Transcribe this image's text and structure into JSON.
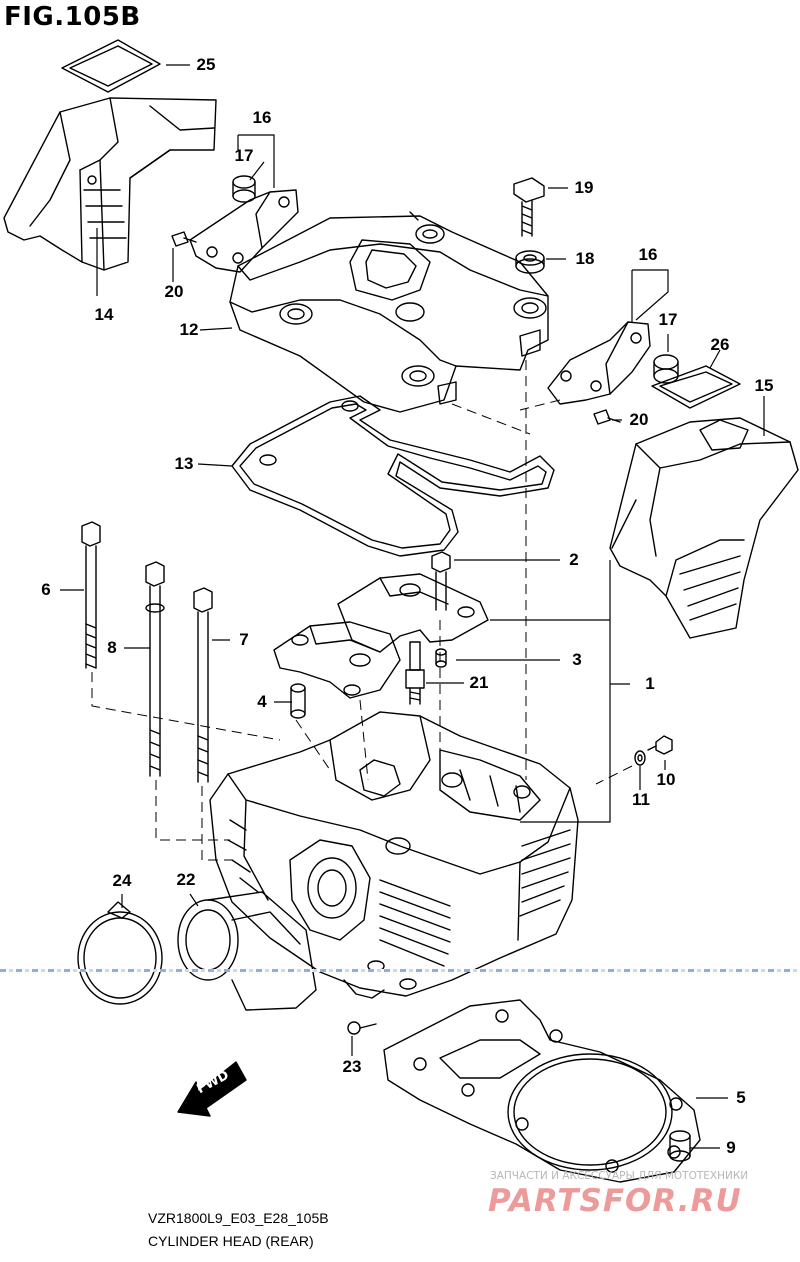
{
  "figure": {
    "title": "FIG.105B",
    "model_code": "VZR1800L9_E03_E28_105B",
    "caption": "CYLINDER HEAD (REAR)",
    "fwd_label": "FWD"
  },
  "watermark": {
    "line1": "ЗАПЧАСТИ И АКСЕССУАРЫ ДЛЯ МОТОТЕХНИКИ",
    "line2": "PARTSFOR.RU"
  },
  "callouts": {
    "p25": "25",
    "p16a": "16",
    "p17a": "17",
    "p19": "19",
    "p18": "18",
    "p16b": "16",
    "p17b": "17",
    "p20a": "20",
    "p14": "14",
    "p12": "12",
    "p26": "26",
    "p15": "15",
    "p20b": "20",
    "p13": "13",
    "p2": "2",
    "p6": "6",
    "p8": "8",
    "p7": "7",
    "p3": "3",
    "p1": "1",
    "p21": "21",
    "p4": "4",
    "p10": "10",
    "p11": "11",
    "p24": "24",
    "p22": "22",
    "p23": "23",
    "p5": "5",
    "p9": "9"
  },
  "colors": {
    "line": "#000000",
    "watermark_red": "#ec9a9a",
    "watermark_grey": "#b7b7b7",
    "tear_line": "#8fb0d8"
  }
}
